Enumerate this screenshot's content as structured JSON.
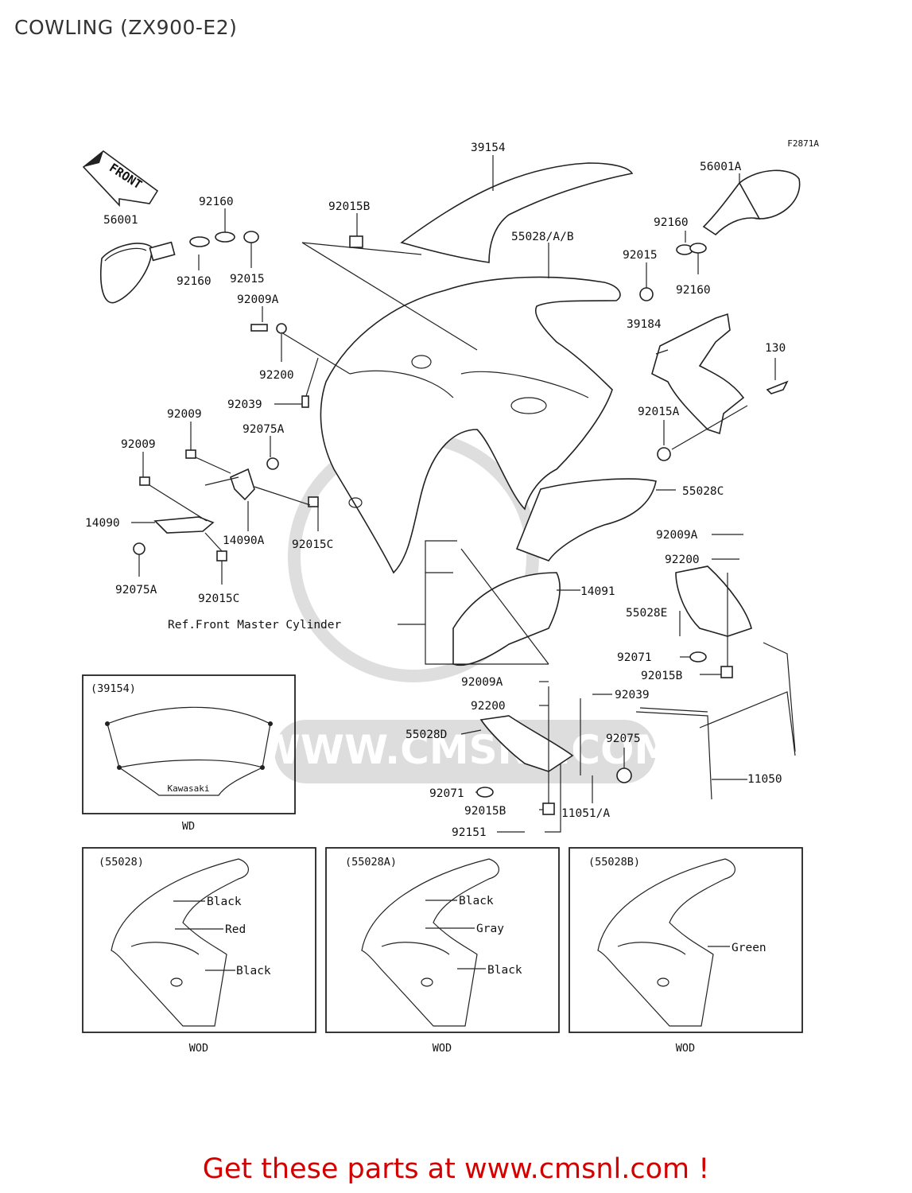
{
  "title": "COWLING (ZX900-E2)",
  "figure_code": "F2871A",
  "front_arrow": "FRONT",
  "footer": "Get these parts at www.cmsnl.com !",
  "watermark": "WWW.CMSNL.COM",
  "labels": {
    "p39154": "39154",
    "p56001A": "56001A",
    "p92160_tl": "92160",
    "p56001": "56001",
    "p92015B_top": "92015B",
    "p55028AB": "55028/A/B",
    "p92160_tr": "92160",
    "p92015_r": "92015",
    "p92160_l": "92160",
    "p92015_l": "92015",
    "p92160_r": "92160",
    "p92009A_top": "92009A",
    "p39184": "39184",
    "p130": "130",
    "p92200_top": "92200",
    "p92039_top": "92039",
    "p92015A": "92015A",
    "p92009_a": "92009",
    "p92075A_top": "92075A",
    "p92009_b": "92009",
    "p55028C": "55028C",
    "p14090": "14090",
    "p14090A": "14090A",
    "p92015C_top": "92015C",
    "p92009A_r": "92009A",
    "p92200_r": "92200",
    "p92075A_bot": "92075A",
    "p92015C_bot": "92015C",
    "p14091": "14091",
    "p55028E": "55028E",
    "ref_master": "Ref.Front Master Cylinder",
    "p92071_r": "92071",
    "p92015B_r": "92015B",
    "p92009A_b": "92009A",
    "p92039_b": "92039",
    "p92200_b": "92200",
    "p55028D": "55028D",
    "p92075": "92075",
    "p11050": "11050",
    "p92071_b": "92071",
    "p92015B_b": "92015B",
    "p11051A": "11051/A",
    "p92151": "92151"
  },
  "boxes": {
    "windscreen": {
      "header": "(39154)",
      "caption": "WD",
      "logo": "Kawasaki"
    },
    "cowl_55028": {
      "header": "(55028)",
      "caption": "WOD",
      "colors": [
        "Black",
        "Red",
        "Black"
      ]
    },
    "cowl_55028A": {
      "header": "(55028A)",
      "caption": "WOD",
      "colors": [
        "Black",
        "Gray",
        "Black"
      ]
    },
    "cowl_55028B": {
      "header": "(55028B)",
      "caption": "WOD",
      "colors": [
        "Green"
      ]
    }
  }
}
